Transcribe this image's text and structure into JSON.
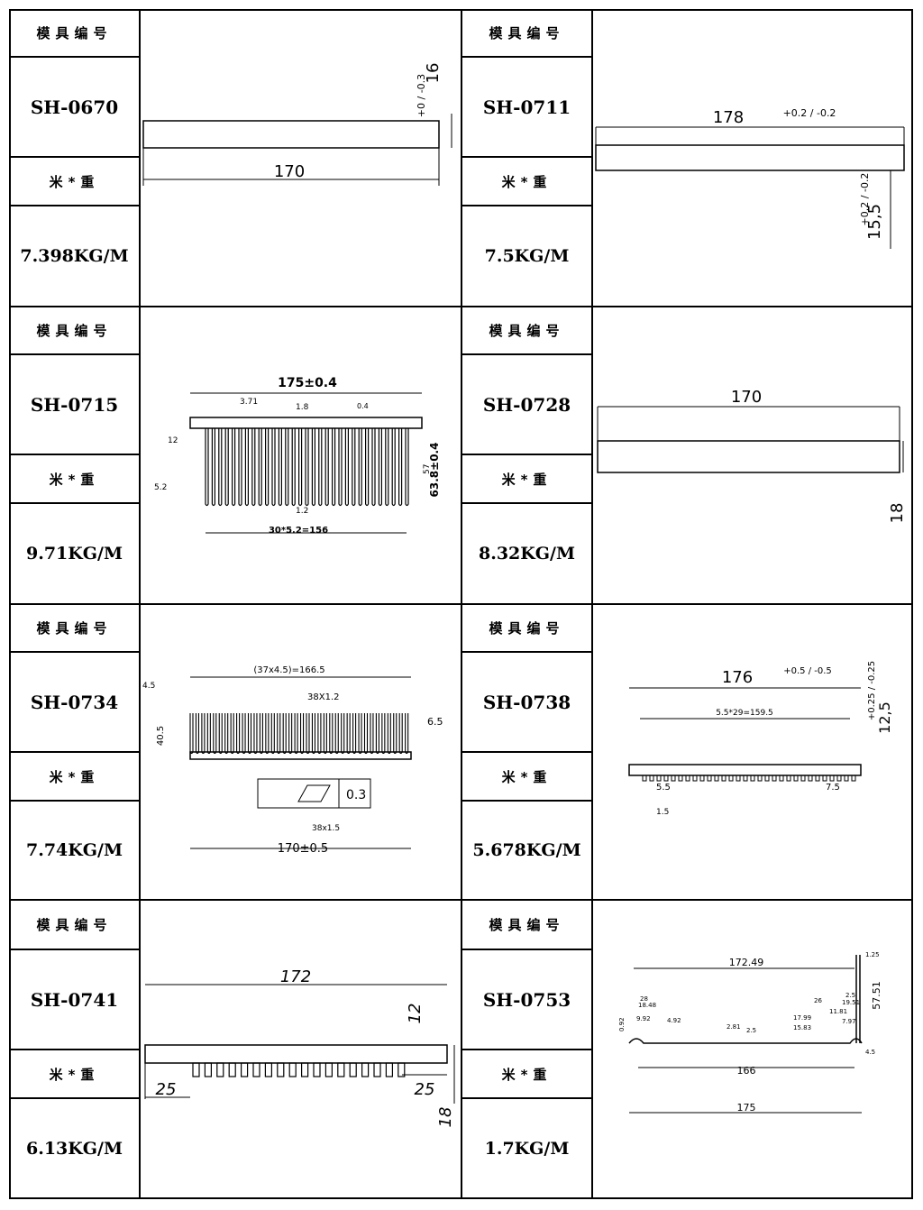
{
  "labels": {
    "mold_no": "模具编号",
    "weight": "米*重"
  },
  "items": [
    {
      "code": "SH-0670",
      "weight": "7.398KG/M",
      "dims": {
        "width": "170",
        "height": "16",
        "tol": "+0 / -0.3"
      }
    },
    {
      "code": "SH-0711",
      "weight": "7.5KG/M",
      "dims": {
        "width": "178",
        "width_tol": "+0.2 / -0.2",
        "height": "15,5",
        "height_tol": "+0.2 / -0.2"
      }
    },
    {
      "code": "SH-0715",
      "weight": "9.71KG/M",
      "dims": {
        "width": "175±0.4",
        "height": "63.8±0.4",
        "fin_pitch": "30*5.2=156",
        "d1": "3.71",
        "d2": "1.8",
        "d3": "12",
        "d4": "5.2",
        "d5": "1.2",
        "d6": "57",
        "flat": "0.4"
      }
    },
    {
      "code": "SH-0728",
      "weight": "8.32KG/M",
      "dims": {
        "width": "170",
        "height": "18"
      }
    },
    {
      "code": "SH-0734",
      "weight": "7.74KG/M",
      "dims": {
        "width": "170±0.5",
        "pitch": "(37x4.5)=166.5",
        "fin_top": "38X1.2",
        "fin_bottom": "38x1.5",
        "left": "4.5",
        "h": "40.5",
        "base": "6.5",
        "flat": "0.3"
      }
    },
    {
      "code": "SH-0738",
      "weight": "5.678KG/M",
      "dims": {
        "width": "176",
        "width_tol": "+0.5 / -0.5",
        "pitch": "5.5*29=159.5",
        "height": "12,5",
        "height_tol": "+0.25 / -0.25",
        "left": "5.5",
        "right": "7.5",
        "fin": "1.5"
      }
    },
    {
      "code": "SH-0741",
      "weight": "6.13KG/M",
      "dims": {
        "width": "172",
        "inner": "12",
        "left": "25",
        "right": "25",
        "height": "18"
      }
    },
    {
      "code": "SH-0753",
      "weight": "1.7KG/M",
      "dims": {
        "width": "172.49",
        "inner": "166",
        "total": "175",
        "height": "57.51",
        "a": "1.25",
        "b": "4.5",
        "c": "2.5",
        "d": "19.51",
        "e": "26",
        "f": "17.99",
        "g": "15.83",
        "h": "11.81",
        "i": "7.97",
        "j": "4.92",
        "k": "2.81",
        "l": "2.5",
        "m": "28",
        "n": "18.48",
        "o": "9.92",
        "p": "0.92"
      }
    }
  ]
}
